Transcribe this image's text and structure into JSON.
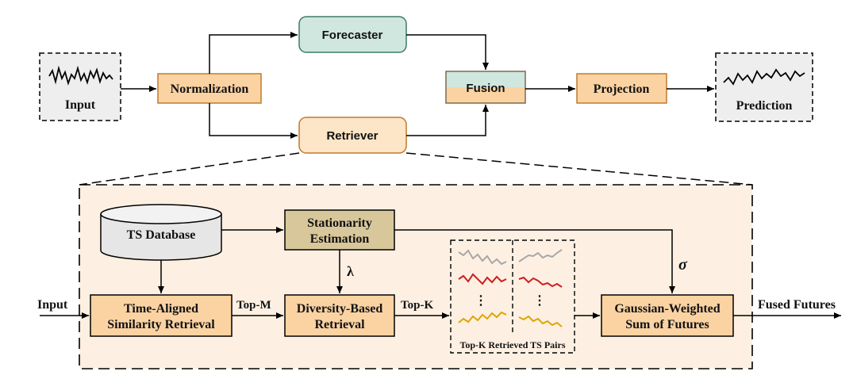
{
  "diagram": {
    "top": {
      "input_label": "Input",
      "normalization_label": "Normalization",
      "forecaster_label": "Forecaster",
      "retriever_label": "Retriever",
      "fusion_label": "Fusion",
      "projection_label": "Projection",
      "prediction_label": "Prediction"
    },
    "detail": {
      "ts_database_label": "TS Database",
      "stationarity_line1": "Stationarity",
      "stationarity_line2": "Estimation",
      "lambda_symbol": "λ",
      "sigma_symbol": "σ",
      "input_label": "Input",
      "time_aligned_line1": "Time-Aligned",
      "time_aligned_line2": "Similarity Retrieval",
      "top_m_label": "Top-M",
      "diversity_line1": "Diversity-Based",
      "diversity_line2": "Retrieval",
      "top_k_label": "Top-K",
      "retrieved_pairs_caption": "Top-K Retrieved TS Pairs",
      "ellipsis_left": "⋮",
      "ellipsis_right": "⋮",
      "gaussian_line1": "Gaussian-Weighted",
      "gaussian_line2": "Sum of Futures",
      "fused_futures_label": "Fused Futures"
    },
    "colors": {
      "orange_box": "#fbd3a3",
      "orange_border": "#c07a2c",
      "teal_box": "#cfe7df",
      "teal_border": "#3f7a6c",
      "panel_bg": "#fdf0e2",
      "grey_box": "#eeeeee",
      "olive_box": "#d8c79a",
      "series_grey": "#a8a8a8",
      "series_red": "#cc1f1f",
      "series_yellow": "#e0a400"
    }
  }
}
